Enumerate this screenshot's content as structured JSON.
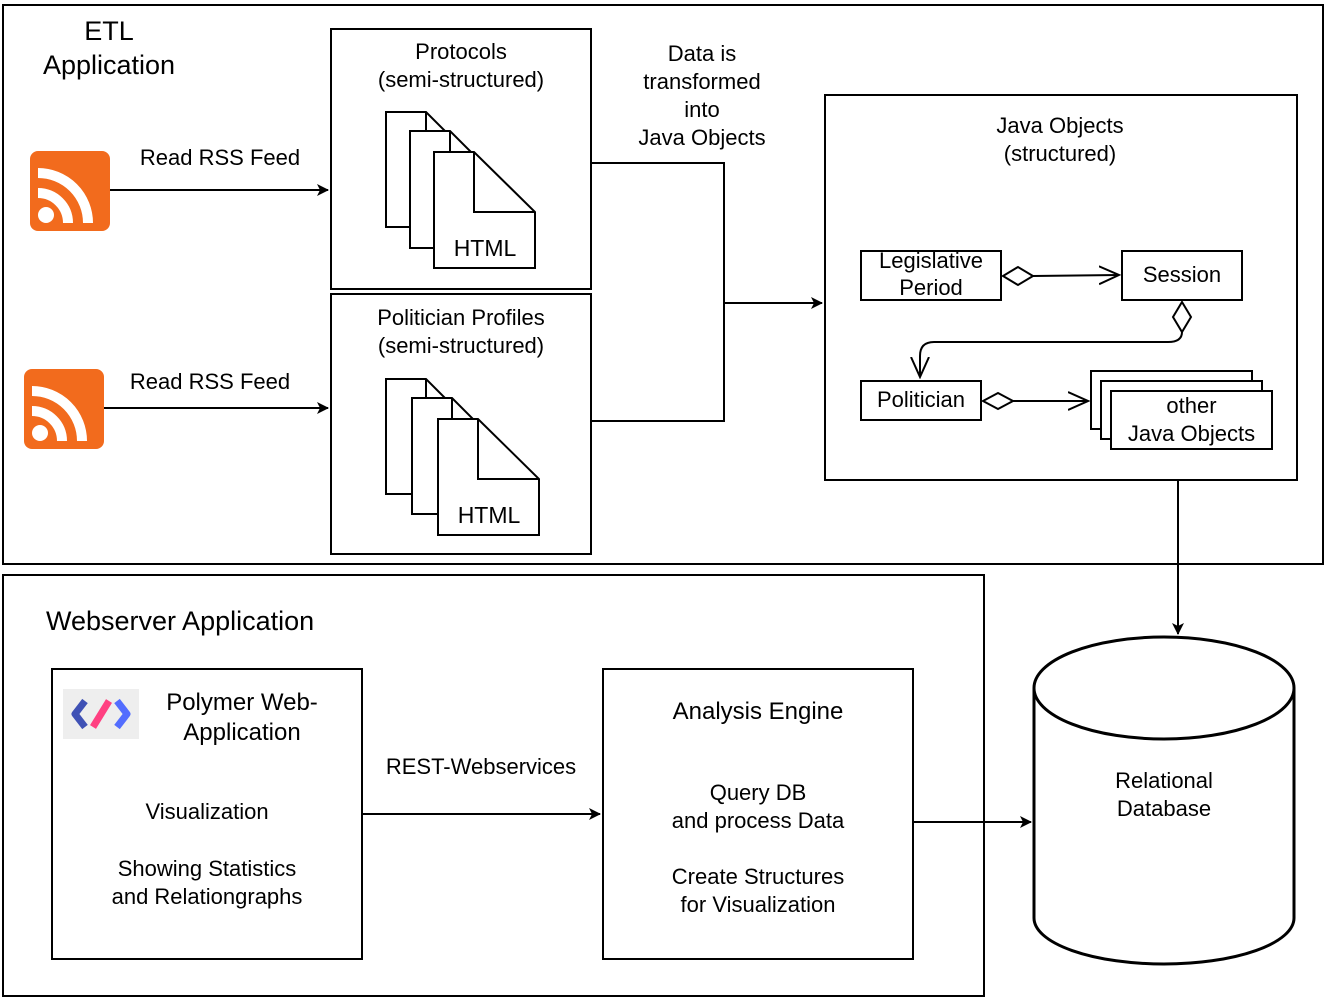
{
  "etl": {
    "title": "ETL\nApplication",
    "feed1_label": "Read RSS Feed",
    "feed2_label": "Read RSS Feed",
    "protocols_title": "Protocols\n(semi-structured)",
    "protocols_doc_label": "HTML",
    "profiles_title": "Politician Profiles\n(semi-structured)",
    "profiles_doc_label": "HTML",
    "transform_label": "Data is\ntransformed\ninto\nJava Objects",
    "java_title": "Java Objects\n(structured)",
    "legislative_period": "Legislative\nPeriod",
    "session": "Session",
    "politician": "Politician",
    "other_objects": "other\nJava Objects"
  },
  "web": {
    "title": "Webserver Application",
    "polymer_title": "Polymer Web-\nApplication",
    "polymer_vis": "Visualization",
    "polymer_stats": "Showing Statistics\nand Relationgraphs",
    "rest_label": "REST-Webservices",
    "analysis_title": "Analysis Engine",
    "analysis_query": "Query DB\nand process Data",
    "analysis_create": "Create Structures\nfor Visualization"
  },
  "database": {
    "label": "Relational\nDatabase"
  },
  "icons": {
    "rss": "rss-feed-icon",
    "polymer": "polymer-logo-icon"
  },
  "colors": {
    "rss_orange": "#f26b1d",
    "polymer_blue": "#3f51b5",
    "polymer_red": "#ff4081"
  }
}
